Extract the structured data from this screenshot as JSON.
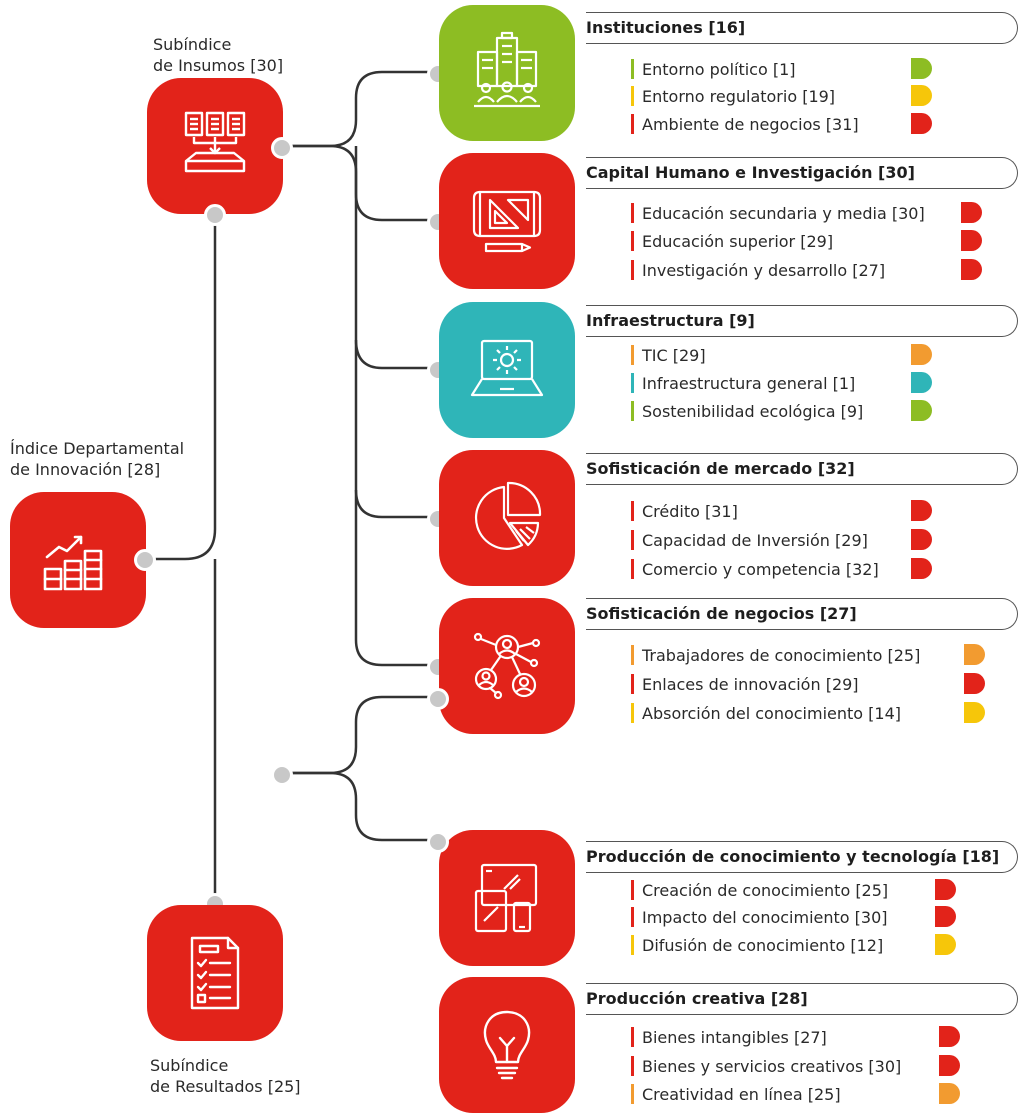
{
  "colors": {
    "red": "#e2231a",
    "green": "#8dbd23",
    "teal": "#2fb5b8",
    "orange": "#f29b30",
    "yellow": "#f6c60a",
    "line": "#333333",
    "dot": "#c8c8c8"
  },
  "root": {
    "label_line1": "Índice Departamental",
    "label_line2": "de Innovación [28]",
    "icon": "bar-chart-growth-icon"
  },
  "subindices": [
    {
      "label_line1": "Subíndice",
      "label_line2": "de Insumos [30]",
      "icon": "documents-inbox-icon"
    },
    {
      "label_line1": "Subíndice",
      "label_line2": "de Resultados [25]",
      "icon": "checklist-icon"
    }
  ],
  "pillars": [
    {
      "title": "Instituciones [16]",
      "icon": "buildings-people-icon",
      "color": "green",
      "items": [
        {
          "label": "Entorno político [1]",
          "color": "green"
        },
        {
          "label": "Entorno regulatorio [19]",
          "color": "yellow"
        },
        {
          "label": "Ambiente de negocios [31]",
          "color": "red"
        }
      ]
    },
    {
      "title": "Capital Humano e Investigación [30]",
      "icon": "drafting-tools-icon",
      "color": "red",
      "items": [
        {
          "label": "Educación secundaria y media [30]",
          "color": "red"
        },
        {
          "label": "Educación superior [29]",
          "color": "red"
        },
        {
          "label": "Investigación y desarrollo [27]",
          "color": "red"
        }
      ]
    },
    {
      "title": "Infraestructura [9]",
      "icon": "laptop-gear-icon",
      "color": "teal",
      "items": [
        {
          "label": "TIC [29]",
          "color": "orange"
        },
        {
          "label": "Infraestructura general [1]",
          "color": "teal"
        },
        {
          "label": "Sostenibilidad ecológica [9]",
          "color": "green"
        }
      ]
    },
    {
      "title": "Sofisticación de mercado [32]",
      "icon": "pie-chart-icon",
      "color": "red",
      "items": [
        {
          "label": "Crédito [31]",
          "color": "red"
        },
        {
          "label": "Capacidad de Inversión [29]",
          "color": "red"
        },
        {
          "label": "Comercio y competencia [32]",
          "color": "red"
        }
      ]
    },
    {
      "title": "Sofisticación de negocios [27]",
      "icon": "people-network-icon",
      "color": "red",
      "items": [
        {
          "label": "Trabajadores de conocimiento [25]",
          "color": "orange"
        },
        {
          "label": "Enlaces de innovación [29]",
          "color": "red"
        },
        {
          "label": "Absorción del conocimiento [14]",
          "color": "yellow"
        }
      ]
    },
    {
      "title": "Producción de conocimiento y tecnología [18]",
      "icon": "devices-icon",
      "color": "red",
      "items": [
        {
          "label": "Creación de conocimiento [25]",
          "color": "red"
        },
        {
          "label": "Impacto del conocimiento [30]",
          "color": "red"
        },
        {
          "label": "Difusión de conocimiento [12]",
          "color": "yellow"
        }
      ]
    },
    {
      "title": "Producción creativa [28]",
      "icon": "lightbulb-icon",
      "color": "red",
      "items": [
        {
          "label": "Bienes intangibles [27]",
          "color": "red"
        },
        {
          "label": "Bienes y servicios creativos [30]",
          "color": "red"
        },
        {
          "label": "Creatividad en línea [25]",
          "color": "orange"
        }
      ]
    }
  ]
}
